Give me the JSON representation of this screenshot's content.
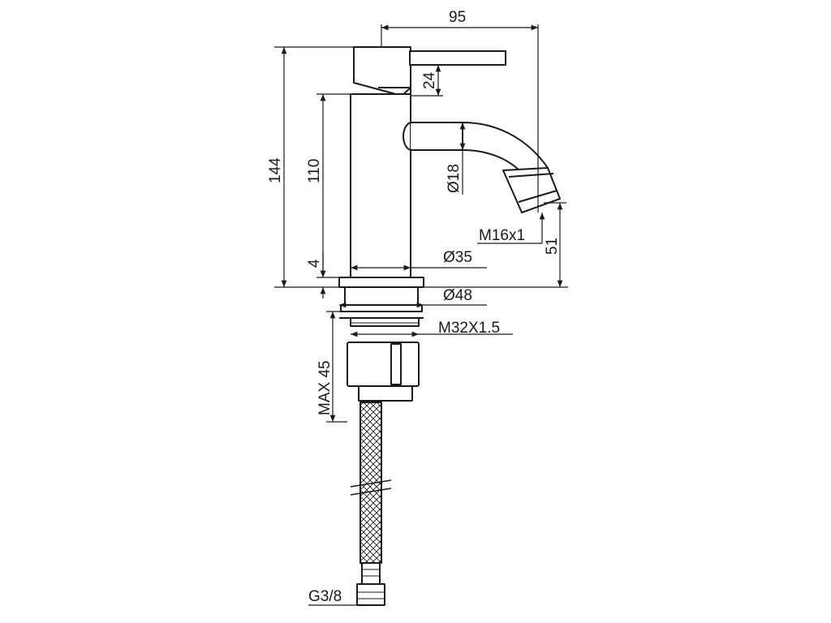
{
  "dimensions": {
    "overall_width": "95",
    "handle_offset": "24",
    "overall_height": "144",
    "body_height": "110",
    "base_gap": "4",
    "spout_diameter": "Ø18",
    "outlet_thread": "M16x1",
    "outlet_height": "51",
    "body_diameter": "Ø35",
    "base_diameter": "Ø48",
    "mount_thread": "M32X1.5",
    "max_deck": "MAX 45",
    "hose_connection": "G3/8"
  },
  "colors": {
    "line": "#1a1a1a",
    "background": "#ffffff"
  }
}
